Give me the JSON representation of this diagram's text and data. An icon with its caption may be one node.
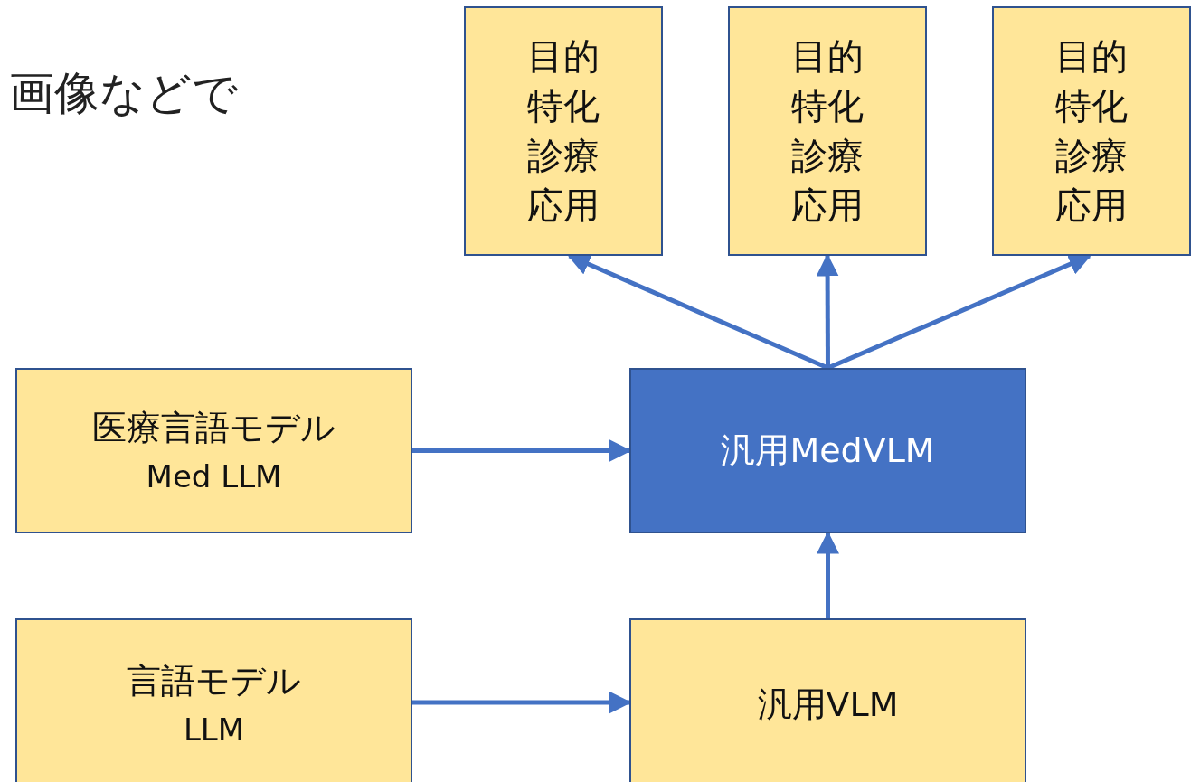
{
  "diagram": {
    "nodes": [
      {
        "text": [
          "目的特化診療応用"
        ]
      },
      {
        "text": [
          "目的特化診療応用"
        ]
      },
      {
        "text": [
          "目的特化診療応用"
        ]
      },
      {
        "text": [
          "医療言語モデル",
          "Med LLM"
        ]
      },
      {
        "text": [
          "汎用MedVLM"
        ]
      },
      {
        "text": [
          "言語モデル",
          "LLM"
        ]
      },
      {
        "text": [
          "汎用VLM"
        ]
      }
    ],
    "edges": [
      {
        "from": 3,
        "to": 4,
        "arrow": "to"
      },
      {
        "from": 5,
        "to": 6,
        "arrow": "to"
      },
      {
        "from": 6,
        "to": 4,
        "arrow": "to"
      },
      {
        "from": 4,
        "to": 0,
        "arrow": "to"
      },
      {
        "from": 4,
        "to": 1,
        "arrow": "to"
      },
      {
        "from": 4,
        "to": 2,
        "arrow": "to"
      }
    ],
    "labels": [
      "画像などで"
    ]
  }
}
